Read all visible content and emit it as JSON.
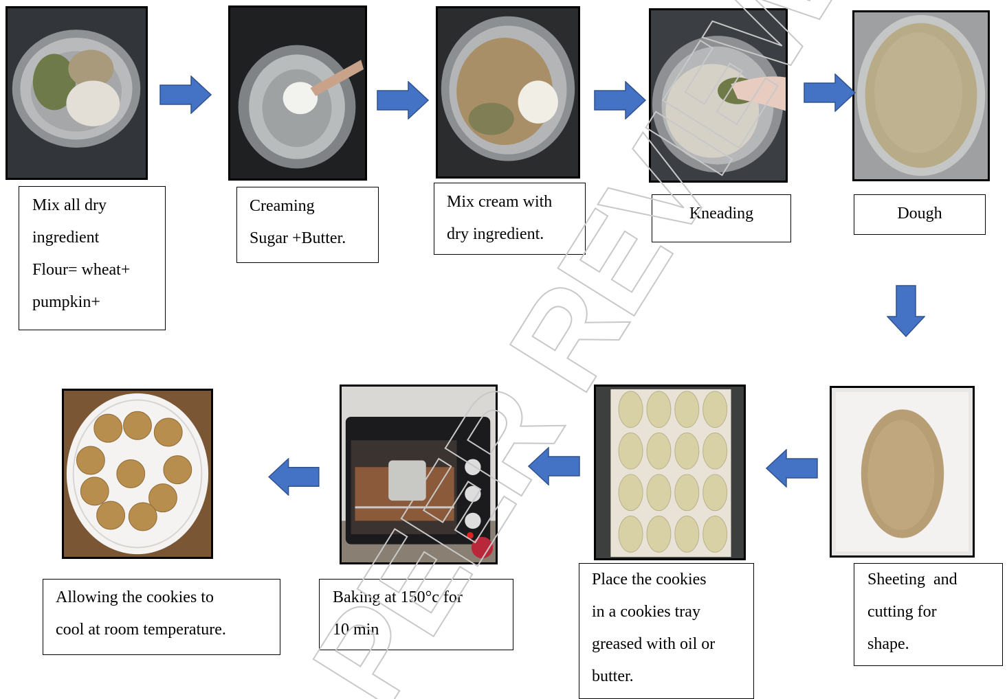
{
  "colors": {
    "arrow_fill": "#4472C4",
    "arrow_stroke": "#2F528F",
    "border": "#000000",
    "watermark_stroke": "#c8c8c8"
  },
  "steps": [
    {
      "id": "mix-dry",
      "lines": [
        "Mix all dry",
        "ingredient",
        "Flour= wheat+",
        "pumpkin+"
      ]
    },
    {
      "id": "creaming",
      "lines": [
        "Creaming",
        "Sugar +Butter."
      ]
    },
    {
      "id": "mix-cream",
      "lines": [
        "Mix cream with",
        "dry ingredient."
      ]
    },
    {
      "id": "kneading",
      "lines": [
        "Kneading"
      ]
    },
    {
      "id": "dough",
      "lines": [
        "Dough"
      ]
    },
    {
      "id": "sheeting",
      "lines": [
        "Sheeting  and",
        "cutting for",
        "shape."
      ]
    },
    {
      "id": "tray",
      "lines": [
        "Place the cookies",
        "in a cookies tray",
        "greased with oil or",
        "butter."
      ]
    },
    {
      "id": "baking",
      "lines": [
        "Baking at 150°c for",
        "10 min"
      ]
    },
    {
      "id": "cooling",
      "lines": [
        "Allowing the cookies to",
        "cool at room temperature."
      ]
    }
  ],
  "photos": [
    {
      "id": "dry-ingredients-bowl",
      "icon": "bowl-with-flours"
    },
    {
      "id": "creaming-bowl",
      "icon": "bowl-with-butter"
    },
    {
      "id": "mix-cream-bowl",
      "icon": "bowl-with-mixture"
    },
    {
      "id": "kneading-bowl",
      "icon": "hand-kneading"
    },
    {
      "id": "dough-bowl",
      "icon": "dough"
    },
    {
      "id": "sheeted-dough",
      "icon": "rolled-dough"
    },
    {
      "id": "cookie-tray",
      "icon": "cookie-tray"
    },
    {
      "id": "oven",
      "icon": "oven"
    },
    {
      "id": "cooled-cookies",
      "icon": "plate-of-cookies"
    }
  ],
  "watermark": "PEER REVIEW"
}
